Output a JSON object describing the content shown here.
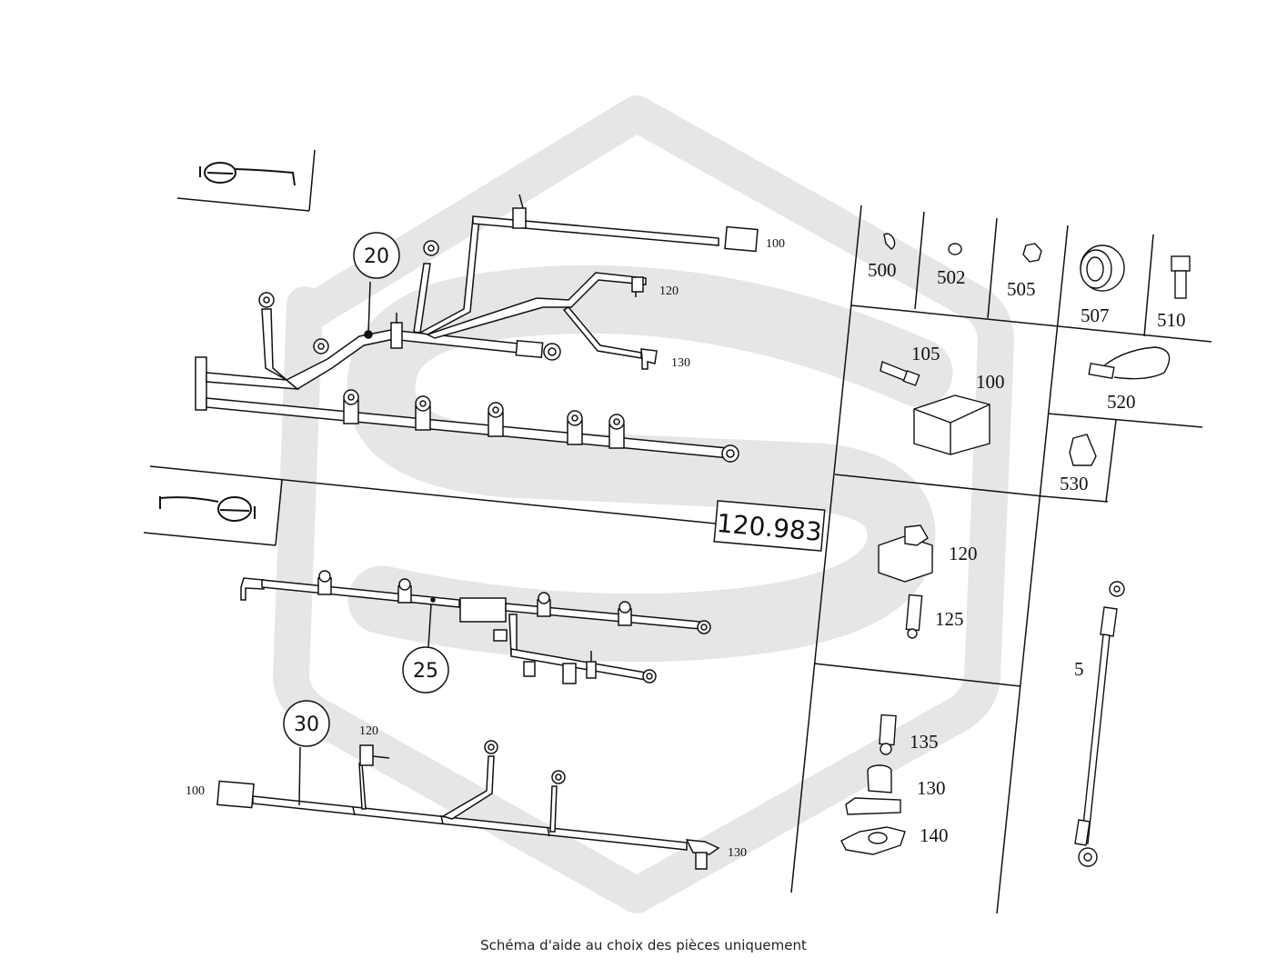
{
  "diagram": {
    "group_label": "120.983",
    "harness_callouts": [
      "20",
      "25",
      "30"
    ],
    "harness_labels": {
      "h20": [
        "100",
        "120",
        "130"
      ],
      "h30": [
        "100",
        "120",
        "130"
      ]
    },
    "table_parts": [
      "500",
      "502",
      "505",
      "507",
      "510",
      "520",
      "105",
      "100",
      "530",
      "120",
      "125",
      "5",
      "135",
      "130",
      "140"
    ]
  },
  "caption": "Schéma d'aide au choix des pièces uniquement",
  "colors": {
    "line": "#111111",
    "watermark": "#e6e6e6"
  }
}
